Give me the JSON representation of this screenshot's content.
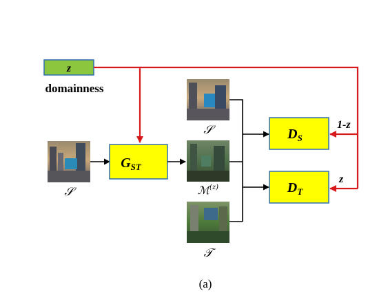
{
  "nodes": {
    "z_label": "z",
    "domainness_label": "domainness",
    "generator_main": "G",
    "generator_sub": "ST",
    "disc_s_main": "D",
    "disc_s_sub": "S",
    "disc_t_main": "D",
    "disc_t_sub": "T"
  },
  "images": {
    "input_label": "𝒮",
    "top_label": "𝒮",
    "middle_label_main": "ℳ",
    "middle_label_sup": "(z)",
    "bottom_label": "𝒯"
  },
  "edges": {
    "to_ds_weight": "1-z",
    "to_dt_weight": "z"
  },
  "caption": "(a)",
  "colors": {
    "arrow_red": "#d7191c",
    "z_box": "#8cc63f",
    "module_box": "#ffff00",
    "box_border": "#2f6fb0"
  }
}
